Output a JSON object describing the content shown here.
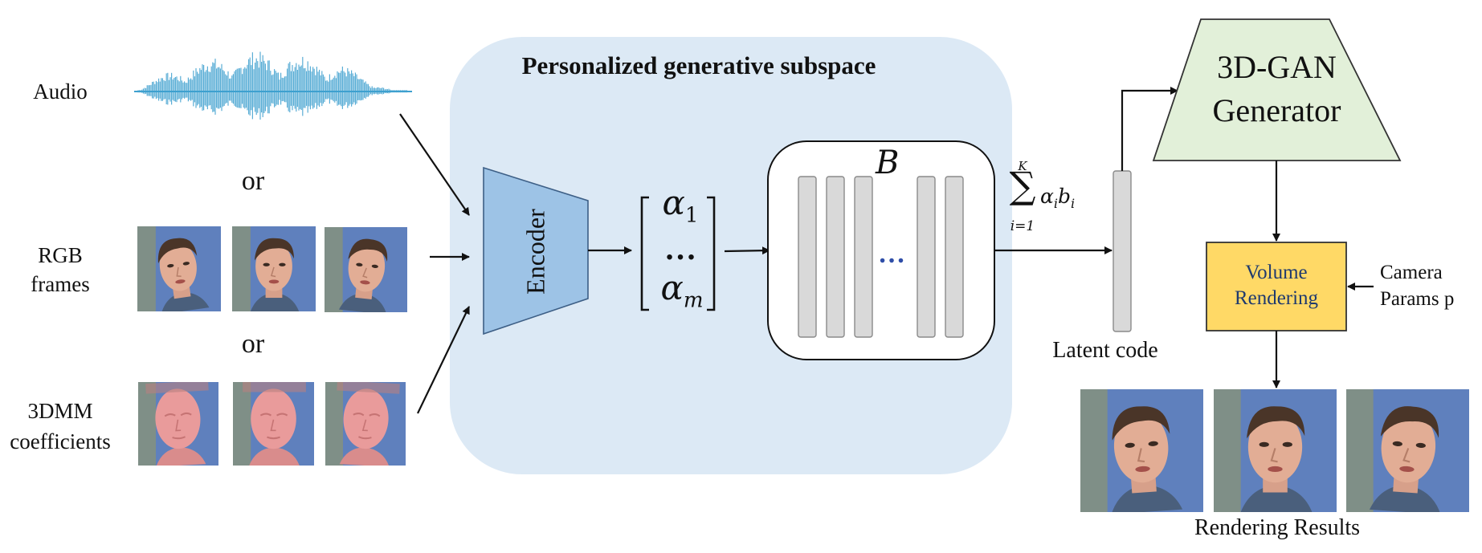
{
  "inputs": {
    "audio_label": "Audio",
    "or_1": "or",
    "rgb_label_line1": "RGB",
    "rgb_label_line2": "frames",
    "or_2": "or",
    "dmm_label_line1": "3DMM",
    "dmm_label_line2": "coefficients"
  },
  "subspace": {
    "title": "Personalized generative subspace",
    "encoder_label": "Encoder",
    "alpha_top": "α",
    "alpha_top_sub": "1",
    "alpha_dots": "…",
    "alpha_bottom": "α",
    "alpha_bottom_sub": "m",
    "basis_label": "B",
    "basis_dots": "…"
  },
  "sum": {
    "upper": "K",
    "symbol": "∑",
    "lower": "i=1",
    "term_alpha": "α",
    "term_alpha_sub": "i",
    "term_b": "b",
    "term_b_sub": "i"
  },
  "latent_label": "Latent code",
  "generator": {
    "line1": "3D-GAN",
    "line2": "Generator"
  },
  "volume": {
    "line1": "Volume",
    "line2": "Rendering"
  },
  "camera": {
    "line1": "Camera",
    "line2": "Params p"
  },
  "results_label": "Rendering Results",
  "colors": {
    "panel_bg": "#dce9f5",
    "encoder_fill": "#9dc3e6",
    "generator_fill": "#e2f0d9",
    "volume_fill": "#ffd966",
    "waveform": "#3ea0cf",
    "dots_blue": "#2f4ea8"
  }
}
